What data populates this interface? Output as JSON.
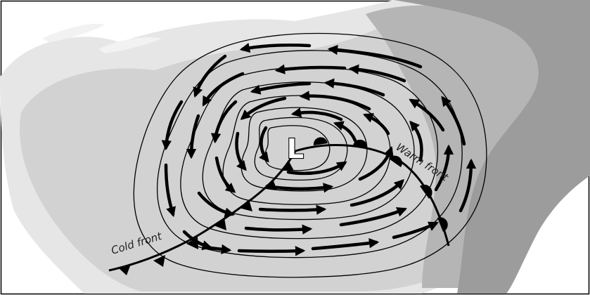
{
  "diagram": {
    "low_label": "L",
    "cold_front_label": "Cold front",
    "warm_front_label": "Warm front"
  },
  "colors": {
    "background": "#ffffff",
    "cloud_light": "#e6e6e6",
    "cloud_mid": "#d2d2d2",
    "cloud_dark": "#b5b5b5",
    "cloud_darkest": "#9c9c9c",
    "isobar": "#000000",
    "front": "#000000"
  },
  "icons": {
    "cold_front_symbol": "triangle",
    "warm_front_symbol": "semicircle",
    "wind_arrow": "arrow-head"
  }
}
